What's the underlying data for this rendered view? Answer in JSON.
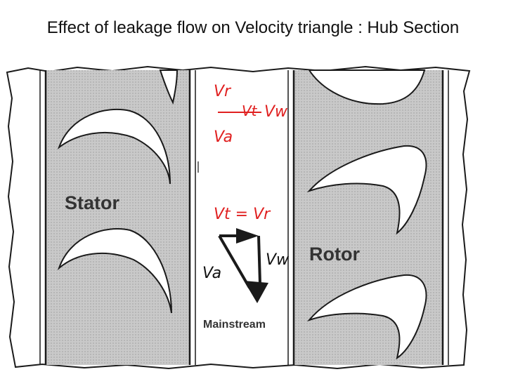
{
  "title": "Effect of leakage flow on Velocity triangle : Hub Section",
  "colors": {
    "annotation": "#e02020",
    "vector_annotation": "#111111",
    "passage_fill": "#c9c9c9",
    "blade_fill": "#ffffff",
    "outline": "#1a1a1a"
  },
  "diagram": {
    "stator_label": "Stator",
    "rotor_label": "Rotor",
    "mainstream_label": "Mainstream"
  },
  "annotations": {
    "vr_top": "Vr",
    "vt_top": "Vt",
    "vw_top": "Vw",
    "va_top": "Va",
    "vt_vr_relation": "Vt = Vr",
    "va_bottom": "Va",
    "vw_bottom": "Vw"
  }
}
